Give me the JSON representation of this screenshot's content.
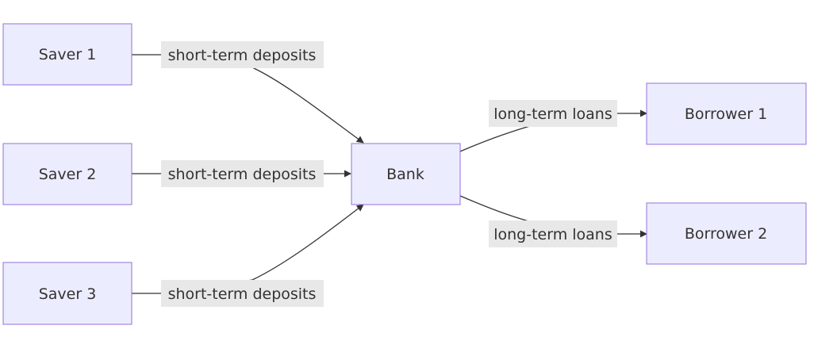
{
  "nodes": {
    "saver1": "Saver 1",
    "saver2": "Saver 2",
    "saver3": "Saver 3",
    "bank": "Bank",
    "borrower1": "Borrower 1",
    "borrower2": "Borrower 2"
  },
  "edges": {
    "saver1_bank": "short-term deposits",
    "saver2_bank": "short-term deposits",
    "saver3_bank": "short-term deposits",
    "bank_borrower1": "long-term loans",
    "bank_borrower2": "long-term loans"
  },
  "colors": {
    "node_fill": "#ececff",
    "node_stroke": "#9370db",
    "edge": "#333333",
    "label_background": "#e8e8e8"
  }
}
